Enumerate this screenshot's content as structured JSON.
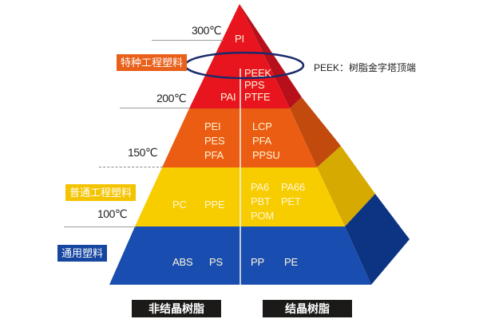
{
  "temperatures": {
    "t300": "300℃",
    "t200": "200℃",
    "t150": "150℃",
    "t100": "100℃"
  },
  "categories": {
    "special": "特种工程塑料",
    "general_engineering": "普通工程塑料",
    "general": "通用塑料"
  },
  "tiers": {
    "top": {
      "apex": "PI",
      "amorphous": "PAI",
      "crystalline": [
        "PEEK",
        "PPS",
        "PTFE"
      ]
    },
    "high": {
      "amorphous": [
        "PEI",
        "PES",
        "PFA"
      ],
      "crystalline": [
        "LCP",
        "PFA",
        "PPSU"
      ]
    },
    "engineering": {
      "amorphous": [
        "PC",
        "PPE"
      ],
      "crystalline": [
        "PA6",
        "PA66",
        "PBT",
        "PET",
        "POM"
      ]
    },
    "commodity": {
      "amorphous": [
        "ABS",
        "PS"
      ],
      "crystalline": [
        "PP",
        "PE"
      ]
    }
  },
  "annotation": "PEEK：树脂金字塔顶端",
  "footer": {
    "amorphous": "非结晶树脂",
    "crystalline": "结晶树脂"
  },
  "colors": {
    "red": "#e8141e",
    "orange": "#ea5d12",
    "yellow": "#f7cd00",
    "blue": "#1a4db0",
    "ellipse": "#1a2a6a"
  }
}
